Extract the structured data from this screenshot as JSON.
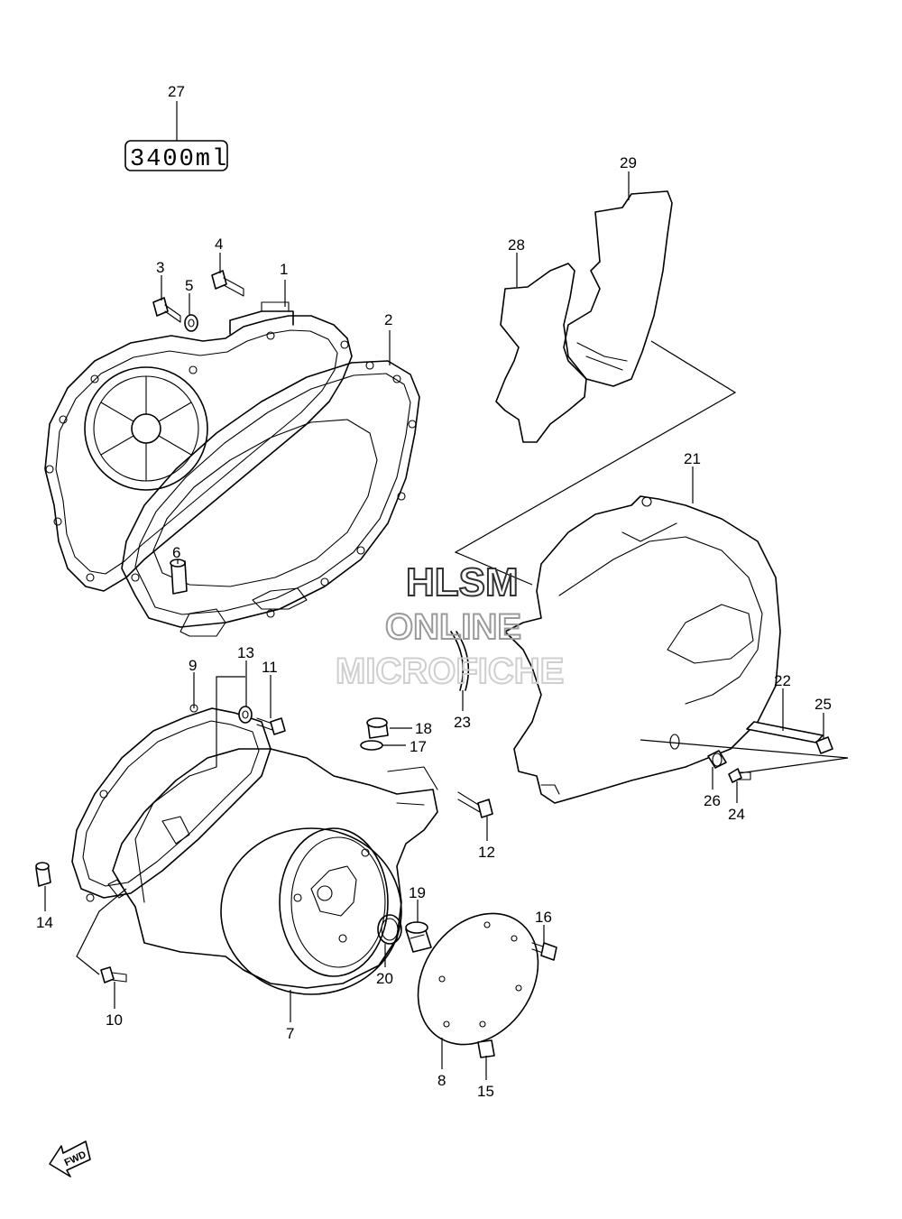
{
  "box_label": "3400ml",
  "fwd_label": "FWD",
  "watermark": {
    "line1": "HLSM",
    "line2": "ONLINE",
    "line3": "MICROFICHE"
  },
  "callouts": [
    "1",
    "2",
    "3",
    "4",
    "5",
    "6",
    "7",
    "8",
    "9",
    "10",
    "11",
    "12",
    "13",
    "14",
    "15",
    "16",
    "17",
    "18",
    "19",
    "20",
    "21",
    "22",
    "23",
    "24",
    "25",
    "26",
    "27",
    "28",
    "29"
  ]
}
